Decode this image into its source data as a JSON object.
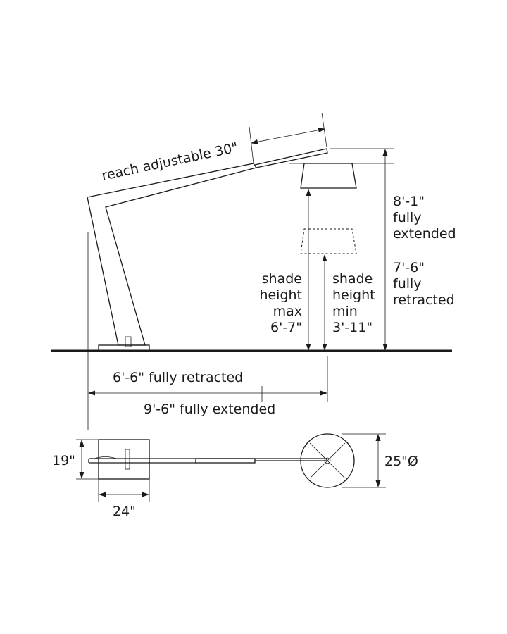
{
  "labels": {
    "reach": "reach adjustable 30\"",
    "full_ext_value": "8'-1\"",
    "full_ext_word1": "fully",
    "full_ext_word2": "extended",
    "full_ret_value": "7'-6\"",
    "full_ret_word1": "fully",
    "full_ret_word2": "retracted",
    "shade_max_l1": "shade",
    "shade_max_l2": "height",
    "shade_max_l3": "max",
    "shade_max_l4": "6'-7\"",
    "shade_min_l1": "shade",
    "shade_min_l2": "height",
    "shade_min_l3": "min",
    "shade_min_l4": "3'-11\"",
    "span_retracted": "6'-6\" fully retracted",
    "span_extended": "9'-6\" fully extended",
    "base_depth": "19\"",
    "base_width": "24\"",
    "shade_diameter": "25\"Ø"
  }
}
